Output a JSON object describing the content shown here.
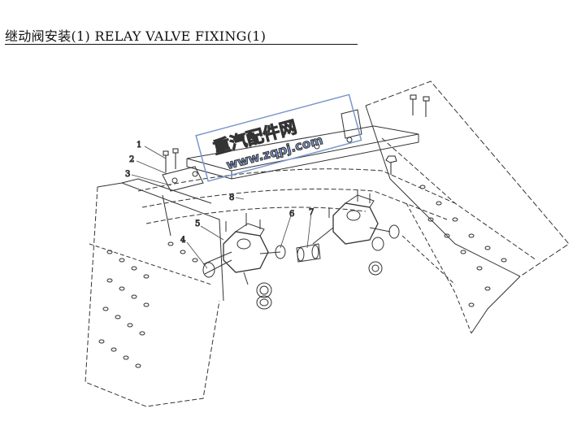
{
  "header": {
    "title": "继动阀安装(1) RELAY VALVE FIXING(1)"
  },
  "drawing": {
    "callouts": [
      "1",
      "2",
      "3",
      "4",
      "5",
      "6",
      "7",
      "8"
    ],
    "watermark": {
      "line1": "重汽配件网",
      "line2": "www.zqpj.com",
      "color": "#7b97cc"
    }
  }
}
